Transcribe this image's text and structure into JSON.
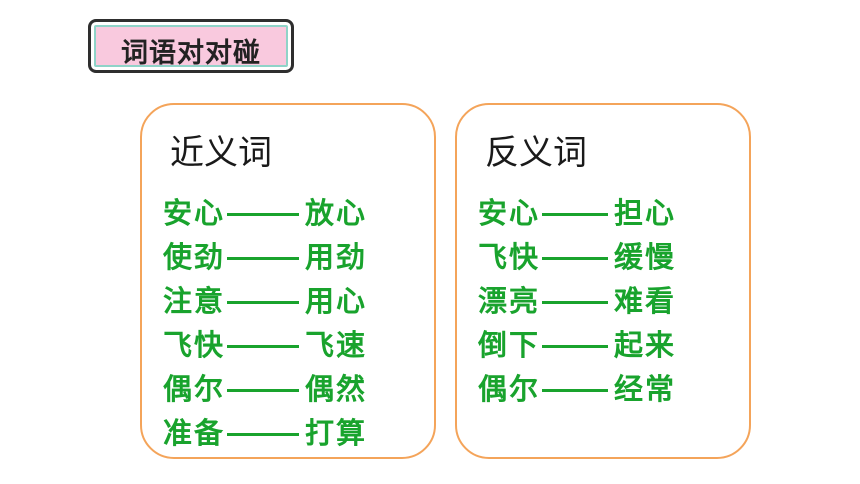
{
  "title": "词语对对碰",
  "synonyms": {
    "heading": "近义词",
    "pairs": [
      {
        "a": "安心",
        "b": "放心"
      },
      {
        "a": "使劲",
        "b": "用劲"
      },
      {
        "a": "注意",
        "b": "用心"
      },
      {
        "a": "飞快",
        "b": "飞速"
      },
      {
        "a": "偶尔",
        "b": "偶然"
      },
      {
        "a": "准备",
        "b": "打算"
      }
    ]
  },
  "antonyms": {
    "heading": "反义词",
    "pairs": [
      {
        "a": "安心",
        "b": "担心"
      },
      {
        "a": "飞快",
        "b": "缓慢"
      },
      {
        "a": "漂亮",
        "b": "难看"
      },
      {
        "a": "倒下",
        "b": "起来"
      },
      {
        "a": "偶尔",
        "b": "经常"
      }
    ]
  },
  "colors": {
    "badge_fill": "#f9c9de",
    "card_border": "#f4a45a",
    "word_green": "#19a32d"
  }
}
